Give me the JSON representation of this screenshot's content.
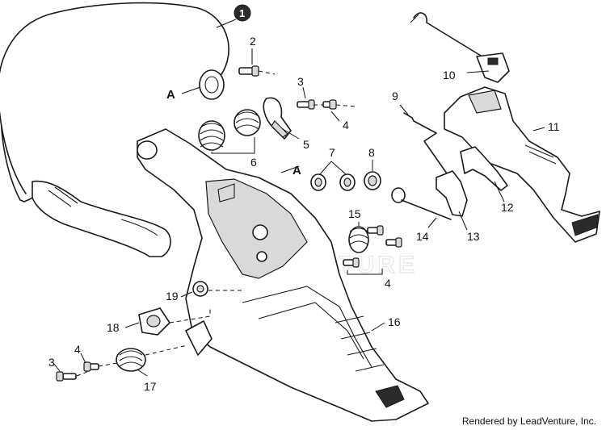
{
  "callouts": {
    "p1": "1",
    "p2": "2",
    "p3a": "3",
    "p4a": "4",
    "p5": "5",
    "p6": "6",
    "p7": "7",
    "p8": "8",
    "p9": "9",
    "p10": "10",
    "p11": "11",
    "p12": "12",
    "p13": "13",
    "p14": "14",
    "p15": "15",
    "p4b": "4",
    "p16": "16",
    "p17": "17",
    "p18": "18",
    "p19": "19",
    "p3b": "3",
    "p4c": "4",
    "refA1": "A",
    "refA2": "A"
  },
  "watermark": "LEADVENTURE",
  "credit": "Rendered by LeadVenture, Inc."
}
